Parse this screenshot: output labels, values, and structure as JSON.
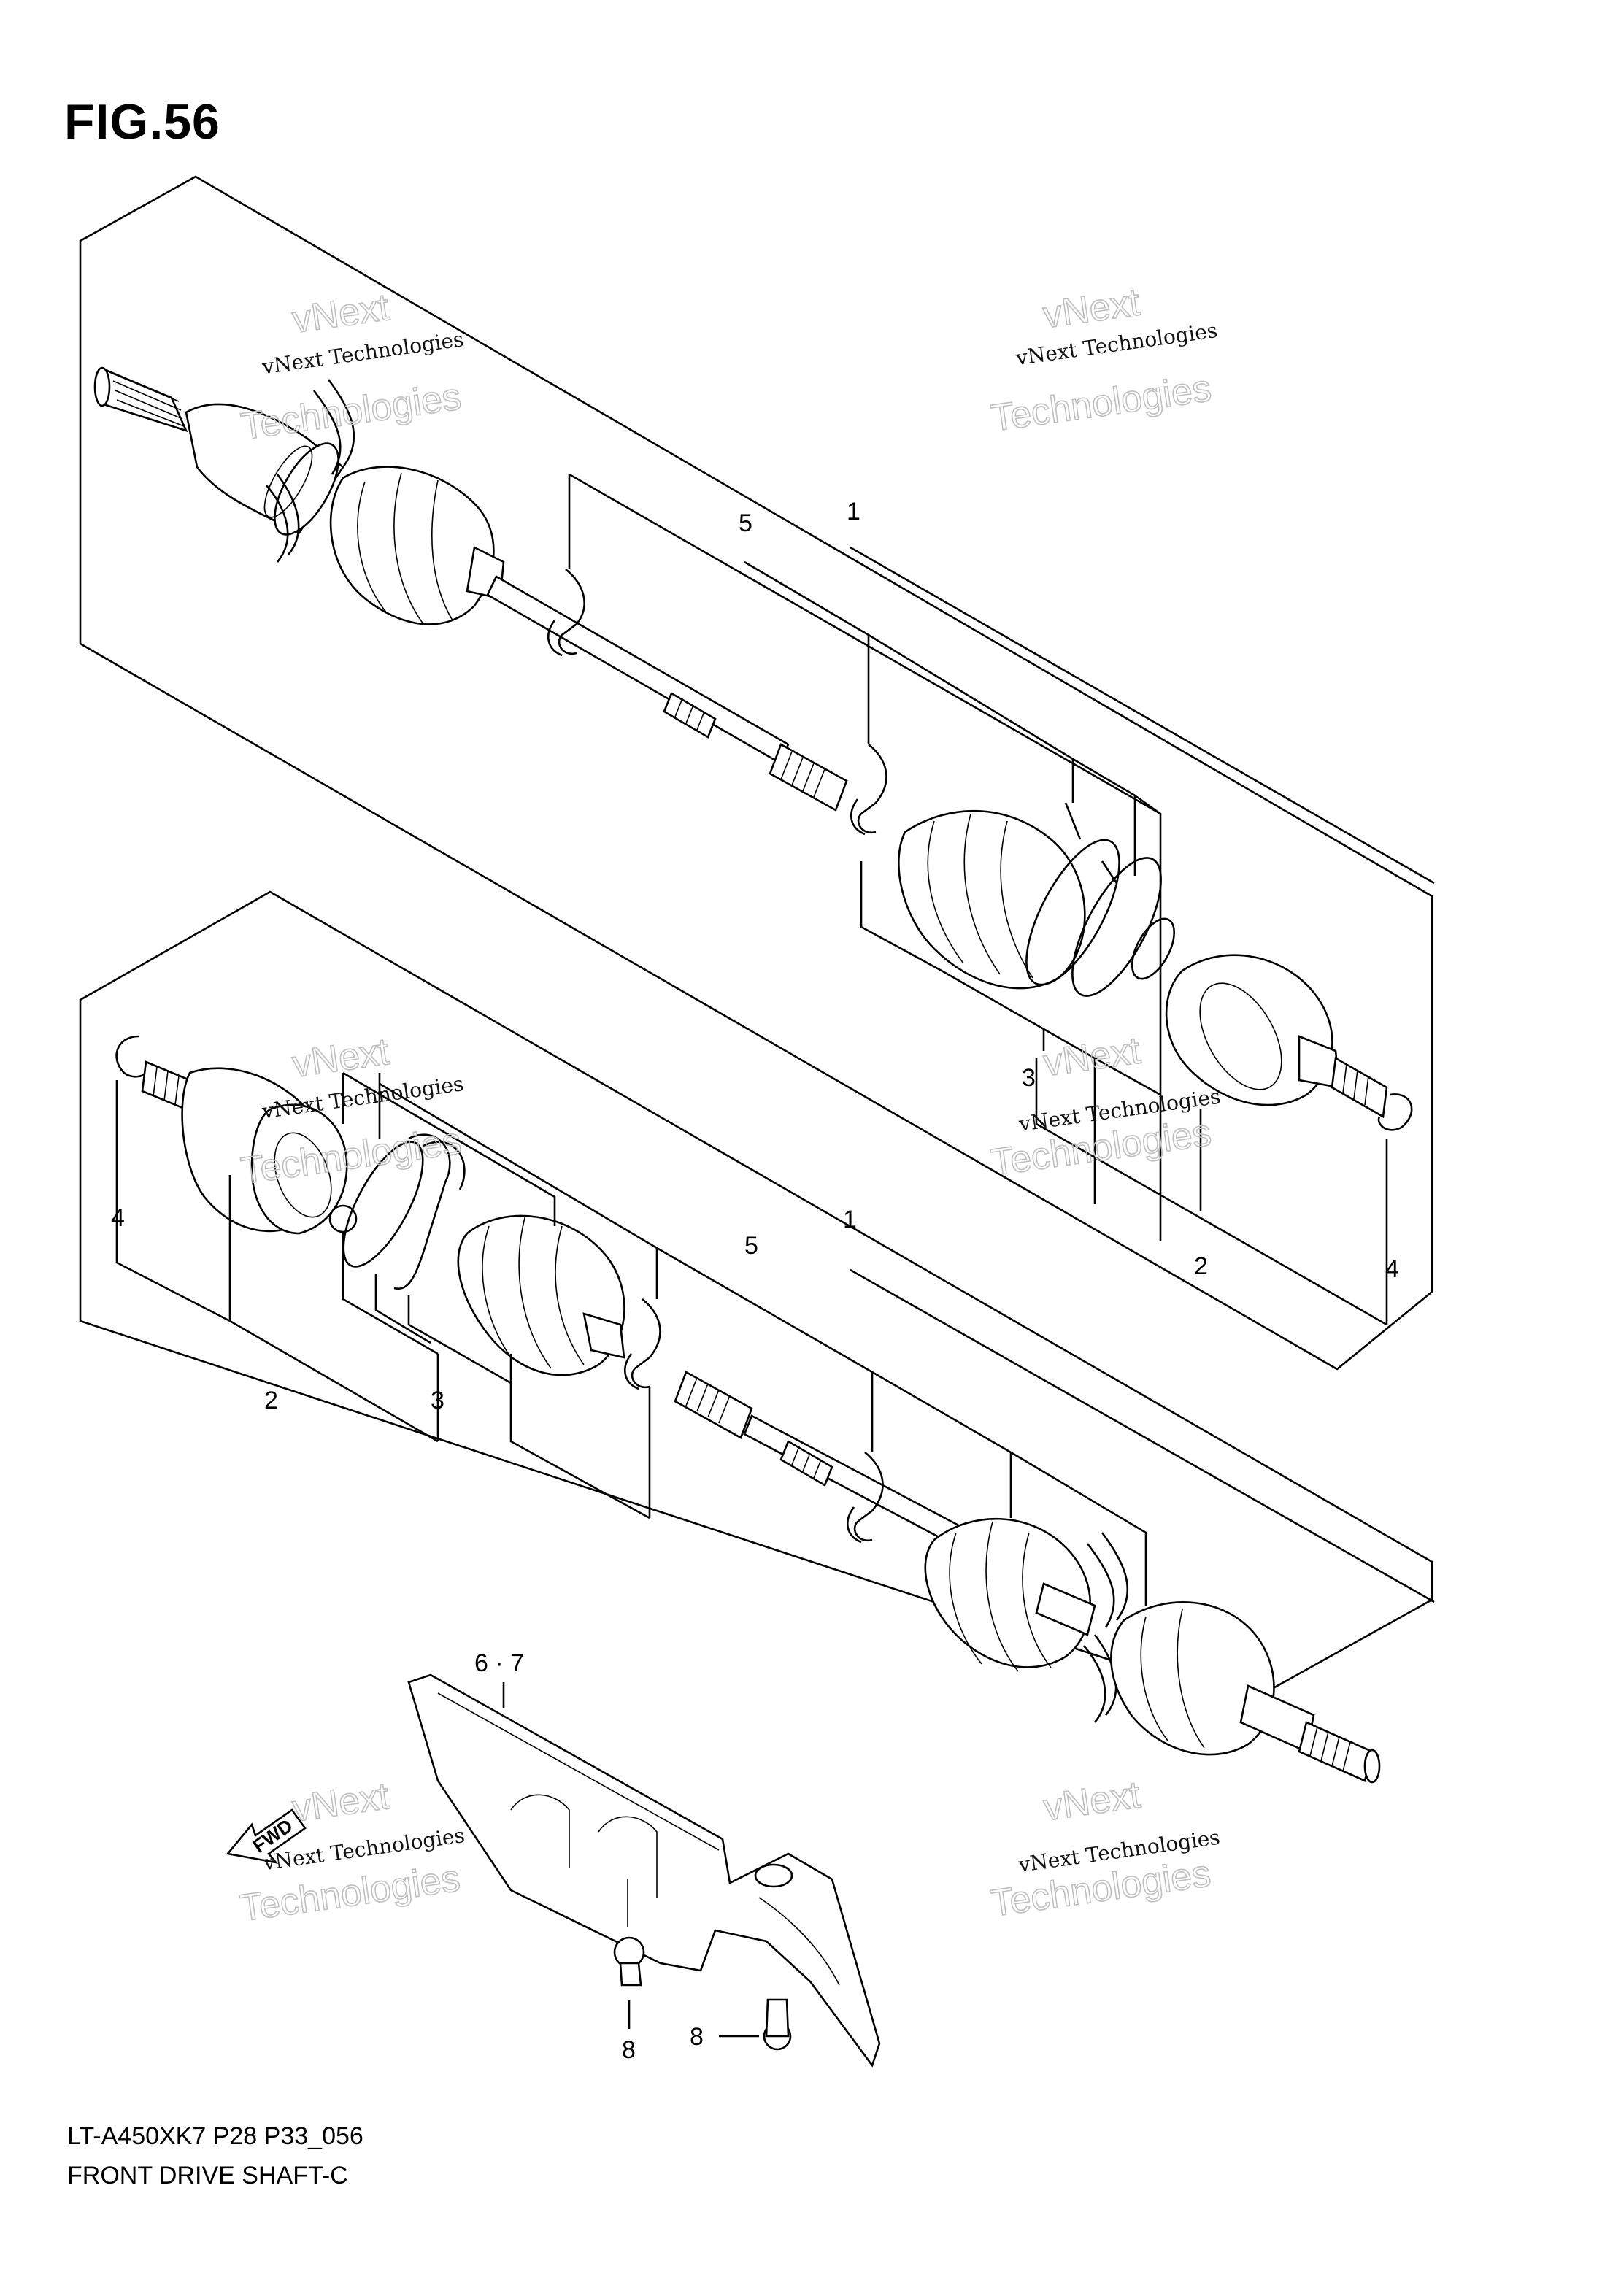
{
  "figure": {
    "title": "FIG.56",
    "model_code": "LT-A450XK7 P28 P33_056",
    "name": "FRONT DRIVE SHAFT-C",
    "fwd_label": "FWD"
  },
  "watermark": {
    "line1": "vNext Technologies",
    "line2": "Technologies",
    "line3": "vNext"
  },
  "callouts": {
    "upper": {
      "c1": "1",
      "c5": "5",
      "c3": "3",
      "c2": "2",
      "c4": "4"
    },
    "lower": {
      "c1": "1",
      "c5": "5",
      "c4": "4",
      "c2": "2",
      "c3": "3"
    },
    "guard": {
      "c67": "6 · 7",
      "c8a": "8",
      "c8b": "8"
    }
  }
}
